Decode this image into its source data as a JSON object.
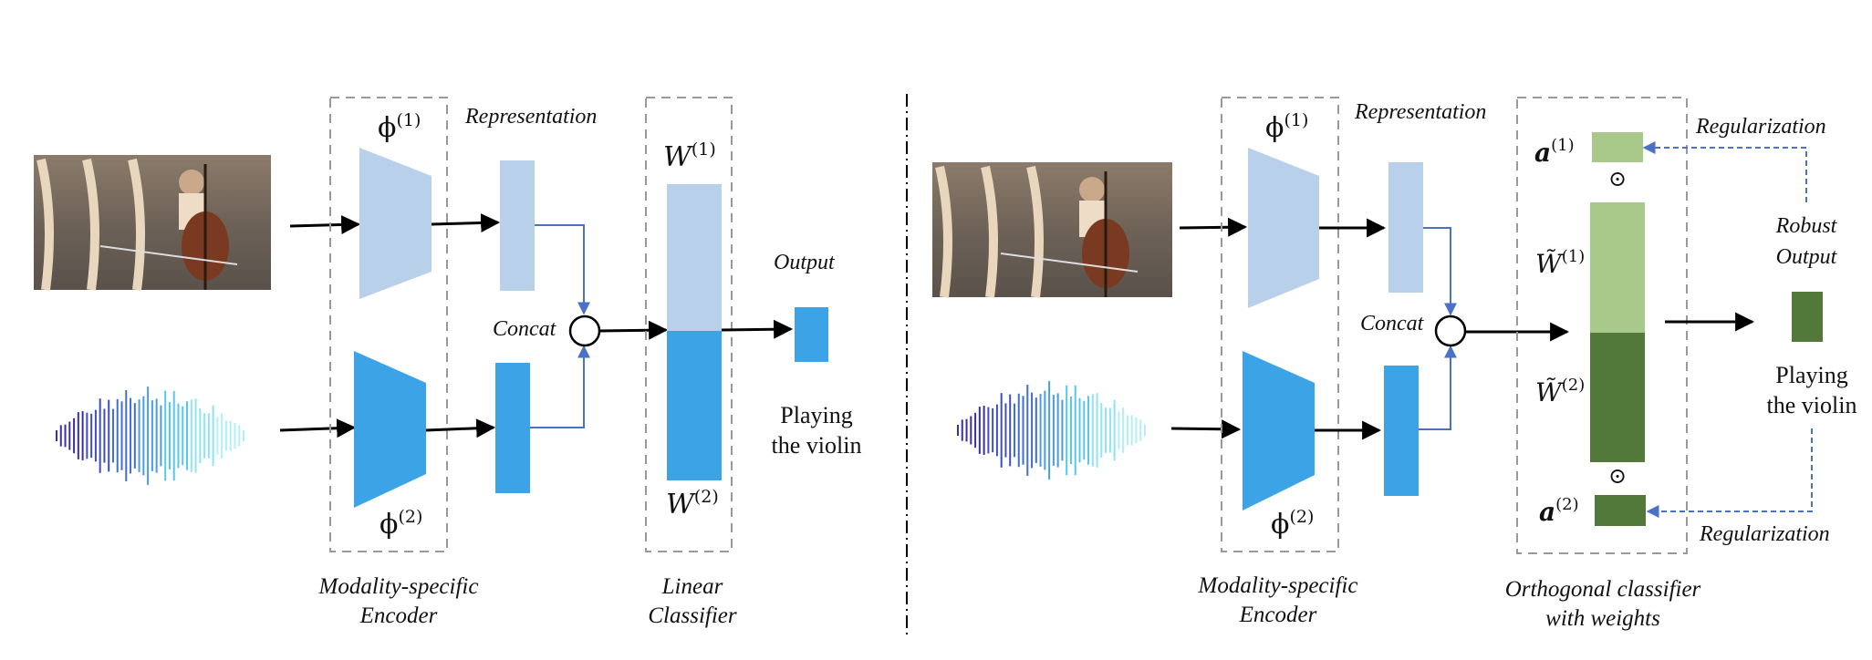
{
  "left": {
    "encoder_top_label": "ϕ",
    "encoder_top_sup": "(1)",
    "encoder_bottom_label": "ϕ",
    "encoder_bottom_sup": "(2)",
    "representation_label": "Representation",
    "concat_label": "Concat",
    "classifier_top_label": "W",
    "classifier_top_sup": "(1)",
    "classifier_bottom_label": "W",
    "classifier_bottom_sup": "(2)",
    "output_label": "Output",
    "prediction_line1": "Playing",
    "prediction_line2": "the violin",
    "encoder_caption_line1": "Modality-specific",
    "encoder_caption_line2": "Encoder",
    "classifier_caption_line1": "Linear",
    "classifier_caption_line2": "Classifier"
  },
  "right": {
    "encoder_top_label": "ϕ",
    "encoder_top_sup": "(1)",
    "encoder_bottom_label": "ϕ",
    "encoder_bottom_sup": "(2)",
    "representation_label": "Representation",
    "concat_label": "Concat",
    "weight_top_label": "a",
    "weight_top_sup": "(1)",
    "weight_bottom_label": "a",
    "weight_bottom_sup": "(2)",
    "hadamard_symbol": "⊙",
    "classifier_top_label": "W̃",
    "classifier_top_sup": "(1)",
    "classifier_bottom_label": "W̃",
    "classifier_bottom_sup": "(2)",
    "regularization_top": "Regularization",
    "regularization_bottom": "Regularization",
    "robust_output_line1": "Robust",
    "robust_output_line2": "Output",
    "prediction_line1": "Playing",
    "prediction_line2": "the violin",
    "encoder_caption_line1": "Modality-specific",
    "encoder_caption_line2": "Encoder",
    "classifier_caption_line1": "Orthogonal classifier",
    "classifier_caption_line2": "with weights"
  },
  "colors": {
    "light_blue": "#b8d0ea",
    "blue": "#3ba3e6",
    "light_green": "#a9c98a",
    "dark_green": "#53793a",
    "arrow_blue": "#4a72c4",
    "dashed_border": "#999999"
  },
  "icons": {
    "video_frame": "cello-video-frames",
    "audio_wave": "audio-waveform"
  }
}
